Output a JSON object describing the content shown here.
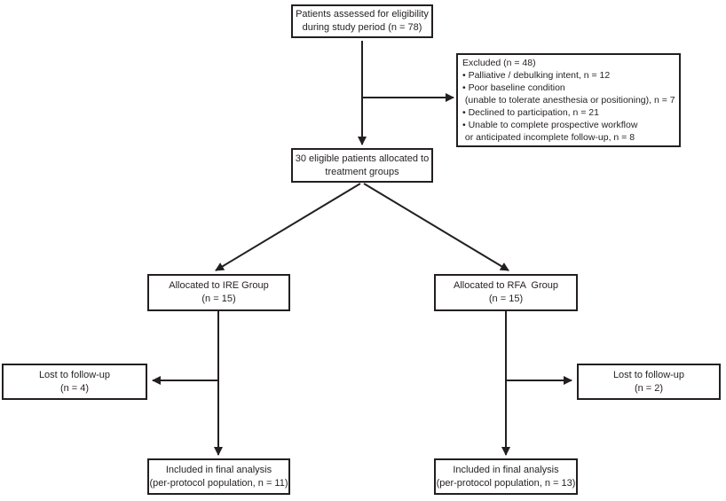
{
  "diagram": {
    "type": "consort-flowchart",
    "colors": {
      "line": "#231f20",
      "text": "#231f20",
      "box_background": "#ffffff",
      "page_background": "#ffffff"
    },
    "boxes": {
      "eligibility": {
        "lines": [
          "Patients assessed for eligibility",
          "during study period (n = 78)"
        ]
      },
      "excluded": {
        "lines": [
          "Excluded (n = 48)",
          "• Palliative / debulking intent, n = 12",
          "• Poor baseline condition",
          " (unable to tolerate anesthesia or positioning), n = 7",
          "• Declined to participation, n = 21",
          "• Unable to complete prospective workflow",
          " or anticipated incomplete follow-up, n = 8"
        ]
      },
      "allocated": {
        "lines": [
          "30 eligible patients allocated to",
          "treatment groups"
        ]
      },
      "ire_group": {
        "lines": [
          "Allocated to IRE Group",
          "(n = 15)"
        ]
      },
      "rfa_group": {
        "lines": [
          "Allocated to RFA  Group",
          "(n = 15)"
        ]
      },
      "lost_ire": {
        "lines": [
          "Lost to follow-up",
          "(n = 4)"
        ]
      },
      "lost_rfa": {
        "lines": [
          "Lost to follow-up",
          "(n = 2)"
        ]
      },
      "final_ire": {
        "lines": [
          "Included in final analysis",
          "(per-protocol population, n = 11)"
        ]
      },
      "final_rfa": {
        "lines": [
          "Included in final analysis",
          "(per-protocol population, n = 13)"
        ]
      }
    }
  }
}
